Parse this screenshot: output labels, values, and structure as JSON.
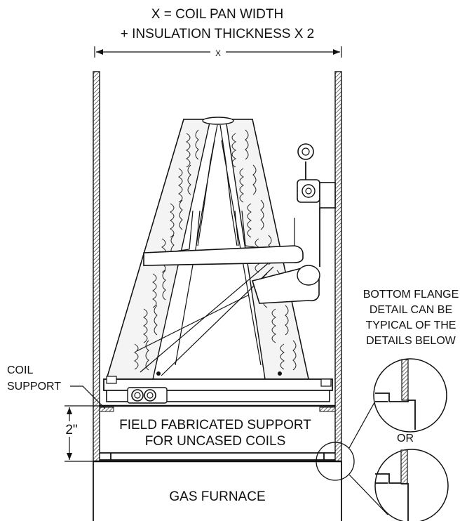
{
  "labels": {
    "title_line1": "X = COIL PAN WIDTH",
    "title_line2": "+ INSULATION THICKNESS X 2",
    "dimension_x": "X",
    "flange_line1": "BOTTOM FLANGE",
    "flange_line2": "DETAIL CAN BE",
    "flange_line3": "TYPICAL OF THE",
    "flange_line4": "DETAILS BELOW",
    "coil_support_line1": "COIL",
    "coil_support_line2": "SUPPORT",
    "dimension_height": "2\"",
    "field_support_line1": "FIELD FABRICATED SUPPORT",
    "field_support_line2": "FOR UNCASED COILS",
    "or": "OR",
    "furnace": "GAS FURNACE"
  },
  "colors": {
    "line": "#111111",
    "hatch": "#555555",
    "background": "#ffffff"
  }
}
